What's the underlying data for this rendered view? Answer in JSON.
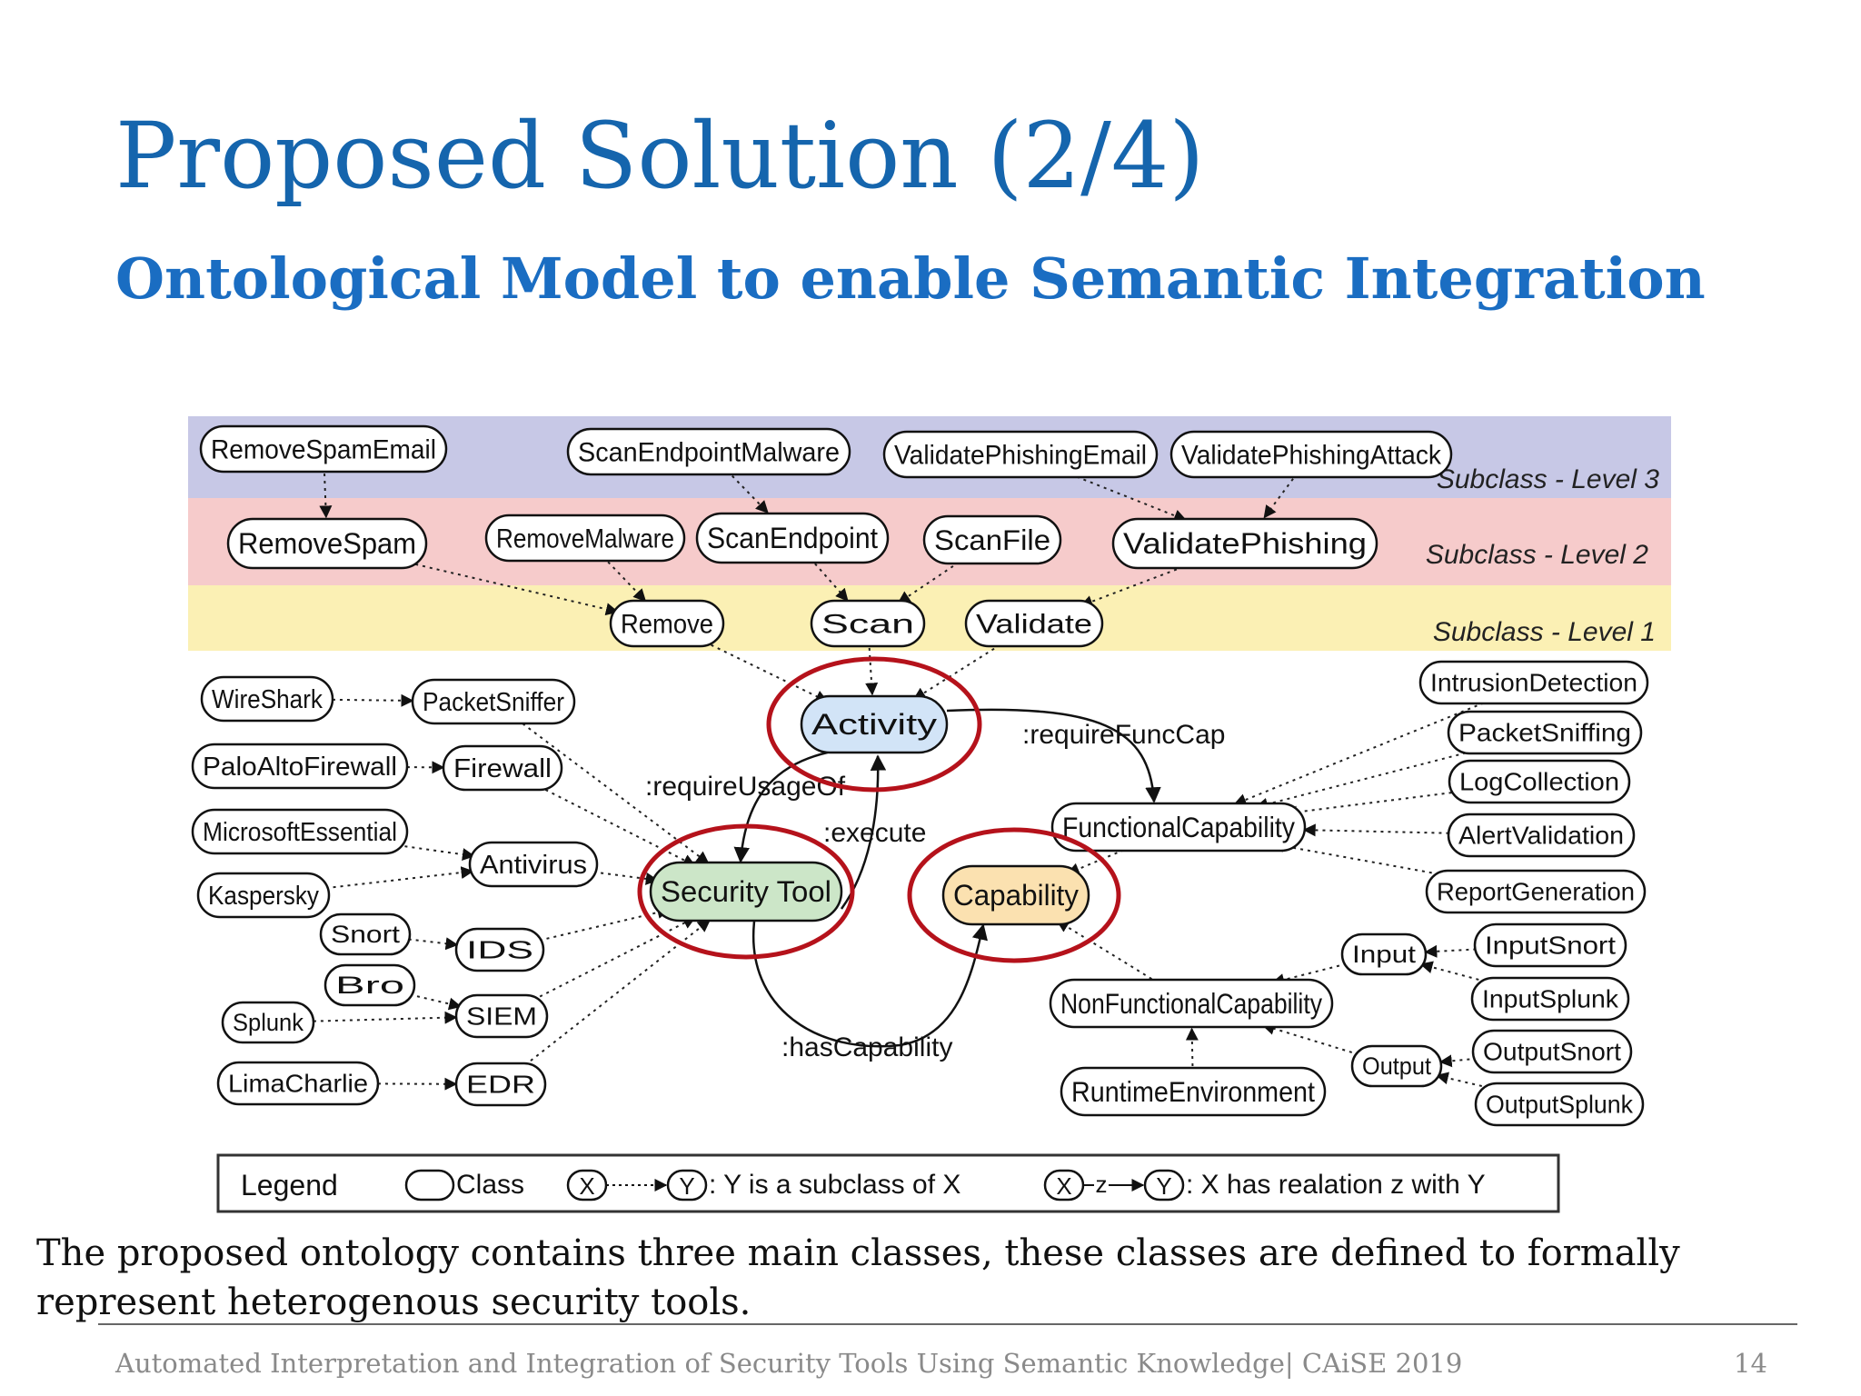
{
  "slide": {
    "title": "Proposed Solution (2/4)",
    "subtitle": "Ontological Model to enable Semantic Integration",
    "body": "The proposed ontology contains three main classes, these classes are defined to formally represent heterogenous security tools.",
    "footer": "Automated Interpretation and Integration of Security Tools Using Semantic Knowledge| CAiSE 2019",
    "page_number": "14"
  },
  "diagram": {
    "bands": [
      {
        "label": "Subclass - Level 3",
        "color": "#c7c8e6"
      },
      {
        "label": "Subclass - Level 2",
        "color": "#f6cbcb"
      },
      {
        "label": "Subclass - Level 1",
        "color": "#fbf0b4"
      }
    ],
    "nodes": [
      {
        "id": "RemoveSpamEmail",
        "label": "RemoveSpamEmail"
      },
      {
        "id": "ScanEndpointMalware",
        "label": "ScanEndpointMalware"
      },
      {
        "id": "ValidatePhishingEmail",
        "label": "ValidatePhishingEmail"
      },
      {
        "id": "ValidatePhishingAttack",
        "label": "ValidatePhishingAttack"
      },
      {
        "id": "RemoveSpam",
        "label": "RemoveSpam"
      },
      {
        "id": "RemoveMalware",
        "label": "RemoveMalware"
      },
      {
        "id": "ScanEndpoint",
        "label": "ScanEndpoint"
      },
      {
        "id": "ScanFile",
        "label": "ScanFile"
      },
      {
        "id": "ValidatePhishing",
        "label": "ValidatePhishing"
      },
      {
        "id": "Remove",
        "label": "Remove"
      },
      {
        "id": "Scan",
        "label": "Scan"
      },
      {
        "id": "Validate",
        "label": "Validate"
      },
      {
        "id": "Activity",
        "label": "Activity",
        "fill": "#d2e4f7"
      },
      {
        "id": "SecurityTool",
        "label": "Security Tool",
        "fill": "#cce6c8"
      },
      {
        "id": "Capability",
        "label": "Capability",
        "fill": "#fbe1b0"
      },
      {
        "id": "WireShark",
        "label": "WireShark"
      },
      {
        "id": "PacketSniffer",
        "label": "PacketSniffer"
      },
      {
        "id": "PaloAltoFirewall",
        "label": "PaloAltoFirewall"
      },
      {
        "id": "Firewall",
        "label": "Firewall"
      },
      {
        "id": "MicrosoftEssential",
        "label": "MicrosoftEssential"
      },
      {
        "id": "Antivirus",
        "label": "Antivirus"
      },
      {
        "id": "Kaspersky",
        "label": "Kaspersky"
      },
      {
        "id": "Snort",
        "label": "Snort"
      },
      {
        "id": "IDS",
        "label": "IDS"
      },
      {
        "id": "Bro",
        "label": "Bro"
      },
      {
        "id": "SIEM",
        "label": "SIEM"
      },
      {
        "id": "Splunk",
        "label": "Splunk"
      },
      {
        "id": "LimaCharlie",
        "label": "LimaCharlie"
      },
      {
        "id": "EDR",
        "label": "EDR"
      },
      {
        "id": "FunctionalCapability",
        "label": "FunctionalCapability"
      },
      {
        "id": "NonFunctionalCapability",
        "label": "NonFunctionalCapability"
      },
      {
        "id": "RuntimeEnvironment",
        "label": "RuntimeEnvironment"
      },
      {
        "id": "IntrusionDetection",
        "label": "IntrusionDetection"
      },
      {
        "id": "PacketSniffing",
        "label": "PacketSniffing"
      },
      {
        "id": "LogCollection",
        "label": "LogCollection"
      },
      {
        "id": "AlertValidation",
        "label": "AlertValidation"
      },
      {
        "id": "ReportGeneration",
        "label": "ReportGeneration"
      },
      {
        "id": "Input",
        "label": "Input"
      },
      {
        "id": "Output",
        "label": "Output"
      },
      {
        "id": "InputSnort",
        "label": "InputSnort"
      },
      {
        "id": "InputSplunk",
        "label": "InputSplunk"
      },
      {
        "id": "OutputSnort",
        "label": "OutputSnort"
      },
      {
        "id": "OutputSplunk",
        "label": "OutputSplunk"
      }
    ],
    "subclass_edges": [
      [
        "RemoveSpamEmail",
        "RemoveSpam"
      ],
      [
        "ScanEndpointMalware",
        "ScanEndpoint"
      ],
      [
        "ValidatePhishingEmail",
        "ValidatePhishing"
      ],
      [
        "ValidatePhishingAttack",
        "ValidatePhishing"
      ],
      [
        "RemoveSpam",
        "Remove"
      ],
      [
        "RemoveMalware",
        "Remove"
      ],
      [
        "ScanEndpoint",
        "Scan"
      ],
      [
        "ScanFile",
        "Scan"
      ],
      [
        "ValidatePhishing",
        "Validate"
      ],
      [
        "Remove",
        "Activity"
      ],
      [
        "Scan",
        "Activity"
      ],
      [
        "Validate",
        "Activity"
      ],
      [
        "WireShark",
        "PacketSniffer"
      ],
      [
        "PaloAltoFirewall",
        "Firewall"
      ],
      [
        "MicrosoftEssential",
        "Antivirus"
      ],
      [
        "Kaspersky",
        "Antivirus"
      ],
      [
        "Snort",
        "IDS"
      ],
      [
        "Bro",
        "SIEM"
      ],
      [
        "Splunk",
        "SIEM"
      ],
      [
        "LimaCharlie",
        "EDR"
      ],
      [
        "PacketSniffer",
        "SecurityTool"
      ],
      [
        "Firewall",
        "SecurityTool"
      ],
      [
        "Antivirus",
        "SecurityTool"
      ],
      [
        "IDS",
        "SecurityTool"
      ],
      [
        "SIEM",
        "SecurityTool"
      ],
      [
        "EDR",
        "SecurityTool"
      ],
      [
        "IntrusionDetection",
        "FunctionalCapability"
      ],
      [
        "PacketSniffing",
        "FunctionalCapability"
      ],
      [
        "LogCollection",
        "FunctionalCapability"
      ],
      [
        "AlertValidation",
        "FunctionalCapability"
      ],
      [
        "ReportGeneration",
        "FunctionalCapability"
      ],
      [
        "FunctionalCapability",
        "Capability"
      ],
      [
        "NonFunctionalCapability",
        "Capability"
      ],
      [
        "RuntimeEnvironment",
        "NonFunctionalCapability"
      ],
      [
        "Input",
        "NonFunctionalCapability"
      ],
      [
        "Output",
        "NonFunctionalCapability"
      ],
      [
        "InputSnort",
        "Input"
      ],
      [
        "InputSplunk",
        "Input"
      ],
      [
        "OutputSnort",
        "Output"
      ],
      [
        "OutputSplunk",
        "Output"
      ]
    ],
    "relations": [
      {
        "label": ":requireFuncCap",
        "from": "Activity",
        "to": "FunctionalCapability"
      },
      {
        "label": ":requireUsageOf",
        "from": "Activity",
        "to": "SecurityTool"
      },
      {
        "label": ":execute",
        "from": "SecurityTool",
        "to": "Activity"
      },
      {
        "label": ":hasCapability",
        "from": "SecurityTool",
        "to": "Capability"
      }
    ],
    "highlight_color": "#b5121b",
    "legend": {
      "title": "Legend",
      "class_label": "Class",
      "x": "X",
      "y": "Y",
      "z": "z",
      "subclass_text": ": Y is a subclass of X",
      "relation_text": ": X has realation z with Y"
    }
  }
}
